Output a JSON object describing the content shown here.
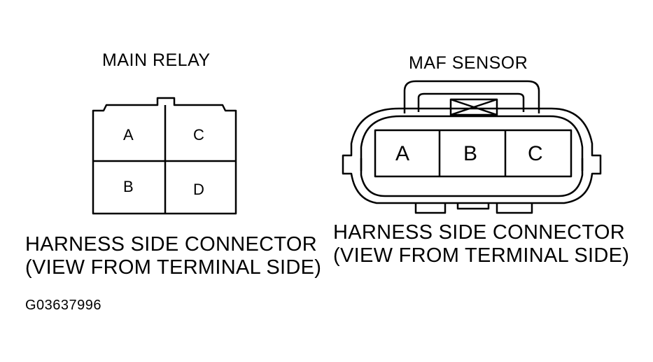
{
  "main_relay": {
    "title": "MAIN RELAY",
    "pins": {
      "a": "A",
      "b": "B",
      "c": "C",
      "d": "D"
    },
    "caption_line1": "HARNESS SIDE CONNECTOR",
    "caption_line2": "(VIEW FROM TERMINAL SIDE)"
  },
  "maf_sensor": {
    "title": "MAF SENSOR",
    "pins": {
      "a": "A",
      "b": "B",
      "c": "C"
    },
    "caption_line1": "HARNESS SIDE CONNECTOR",
    "caption_line2": "(VIEW FROM TERMINAL SIDE)"
  },
  "figure_id": "G03637996",
  "colors": {
    "line": "#000000",
    "background": "#ffffff"
  }
}
